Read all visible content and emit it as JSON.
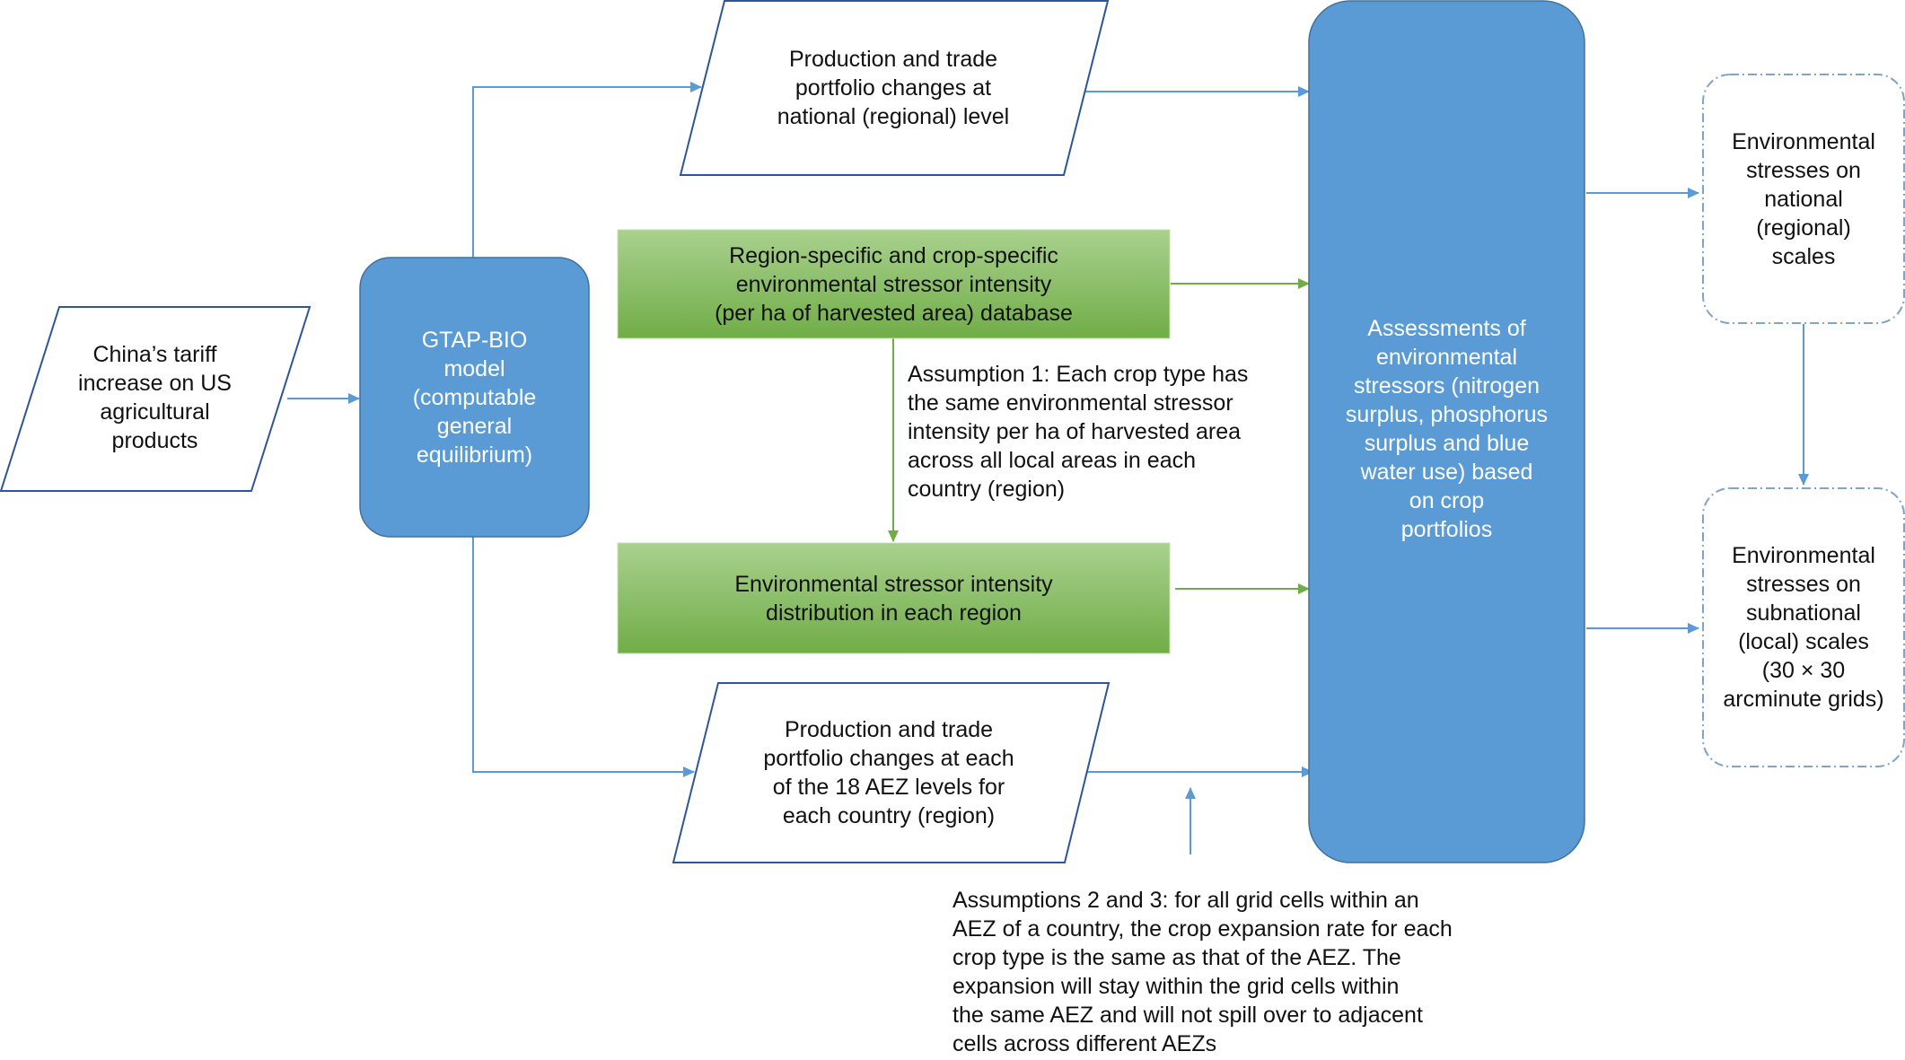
{
  "nodes": {
    "china_tariff": {
      "lines": [
        "China’s tariff",
        "increase on US",
        "agricultural",
        "products"
      ]
    },
    "gtap_bio": {
      "lines": [
        "GTAP-BIO",
        "model",
        "(computable",
        "general",
        "equilibrium)"
      ],
      "color": "#5b9bd5"
    },
    "portfolio_national": {
      "lines": [
        "Production and trade",
        "portfolio changes at",
        "national (regional) level"
      ]
    },
    "stressor_database": {
      "lines": [
        "Region-specific and crop-specific",
        "environmental stressor intensity",
        "(per ha of harvested area) database"
      ],
      "color_top": "#a9d18e",
      "color_bottom": "#70ad47"
    },
    "stressor_distribution": {
      "lines": [
        "Environmental stressor intensity",
        "distribution in each region"
      ]
    },
    "portfolio_aez": {
      "lines": [
        "Production and trade",
        "portfolio changes at each",
        "of the 18 AEZ levels for",
        "each country (region)"
      ]
    },
    "assessments": {
      "lines": [
        "Assessments of",
        "environmental",
        "stressors (nitrogen",
        "surplus, phosphorus",
        "surplus and blue",
        "water use) based",
        "on crop",
        "portfolios"
      ],
      "color": "#5b9bd5"
    },
    "stresses_national": {
      "lines": [
        "Environmental",
        "stresses on",
        "national",
        "(regional)",
        "scales"
      ]
    },
    "stresses_subnational": {
      "lines": [
        "Environmental",
        "stresses on",
        "subnational",
        "(local) scales",
        "(30 × 30",
        "arcminute grids)"
      ]
    }
  },
  "notes": {
    "assumption_1": {
      "lines": [
        "Assumption 1: Each crop type has",
        "the same environmental stressor",
        "intensity per ha of harvested area",
        "across all local areas in each",
        "country (region)"
      ]
    },
    "assumptions_2_3": {
      "lines": [
        "Assumptions 2 and 3:  for all grid cells within an",
        "AEZ of a country, the crop expansion rate for each",
        "crop type is the same as that of the AEZ. The",
        "expansion will stay within the grid cells within",
        "the same AEZ and will not spill over to adjacent",
        "cells across different AEZs"
      ]
    }
  },
  "colors": {
    "blue_arrow": "#5b9bd5",
    "green_arrow": "#70ad47",
    "parallelogram_border": "#2e5597",
    "dashed_border": "#7fa3c9"
  }
}
